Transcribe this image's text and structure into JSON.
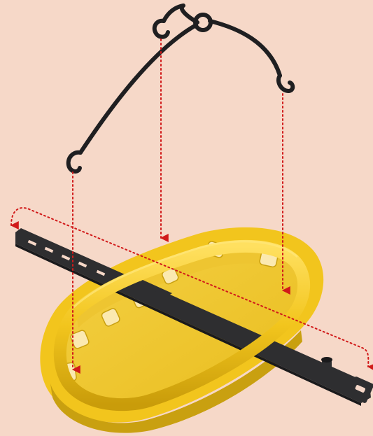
{
  "colors": {
    "background": "#f6d8c8",
    "basket_fill": "#f2c51d",
    "basket_rim": "#f5cd2a",
    "basket_shadow": "#c9a010",
    "basket_inner": "#eec531",
    "strap": "#2e2e30",
    "strap_edge": "#1a1a1c",
    "hook_wire": "#1f1f21",
    "guide_line": "#d11a1a"
  },
  "parts": {
    "hanger": {
      "icon": "wire-hanger-icon",
      "hook_count": 4
    },
    "strap": {
      "icon": "strap-icon",
      "slot_count": 5
    },
    "basket": {
      "icon": "tray-basket-icon",
      "side_window_count": 7
    }
  },
  "guides": {
    "style": "dotted-arrow",
    "count": 4
  }
}
